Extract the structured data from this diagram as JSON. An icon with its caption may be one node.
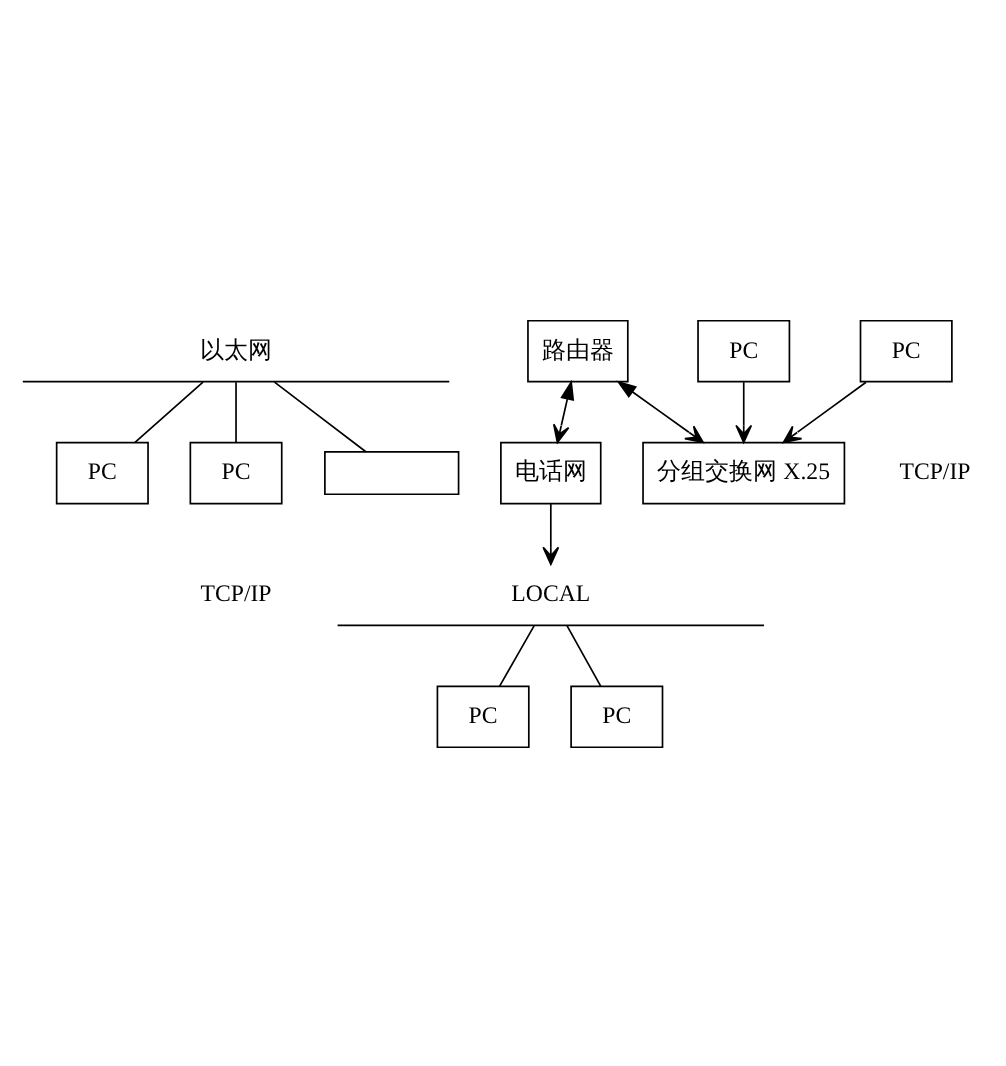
{
  "diagram": {
    "nodes": [
      {
        "text": [
          "以太网"
        ]
      },
      {
        "text": [
          "PC"
        ]
      },
      {
        "text": [
          "PC"
        ]
      },
      {
        "text": [],
        "shape": "box"
      },
      {
        "text": [
          "路由器"
        ]
      },
      {
        "text": [
          "分组交换网 X.25"
        ]
      },
      {
        "text": [
          "电话网"
        ]
      },
      {
        "text": [
          "PC"
        ]
      },
      {
        "text": [
          "PC"
        ]
      },
      {
        "text": [
          "LOCAL"
        ]
      },
      {
        "text": [
          "PC"
        ]
      },
      {
        "text": [
          "PC"
        ]
      }
    ],
    "edges": [
      {
        "from": 0,
        "to": 1,
        "arrow": "none"
      },
      {
        "from": 0,
        "to": 2,
        "arrow": "none"
      },
      {
        "from": 0,
        "to": 3,
        "arrow": "none"
      },
      {
        "from": 4,
        "to": 5,
        "arrow": "both"
      },
      {
        "from": 4,
        "to": 6,
        "arrow": "both"
      },
      {
        "from": 7,
        "to": 5,
        "arrow": "to"
      },
      {
        "from": 8,
        "to": 5,
        "arrow": "to"
      },
      {
        "from": 6,
        "to": 9,
        "arrow": "to"
      },
      {
        "from": 9,
        "to": 10,
        "arrow": "none"
      },
      {
        "from": 9,
        "to": 11,
        "arrow": "none"
      }
    ],
    "labels": [
      "TCP/IP",
      "TCP/IP"
    ]
  }
}
